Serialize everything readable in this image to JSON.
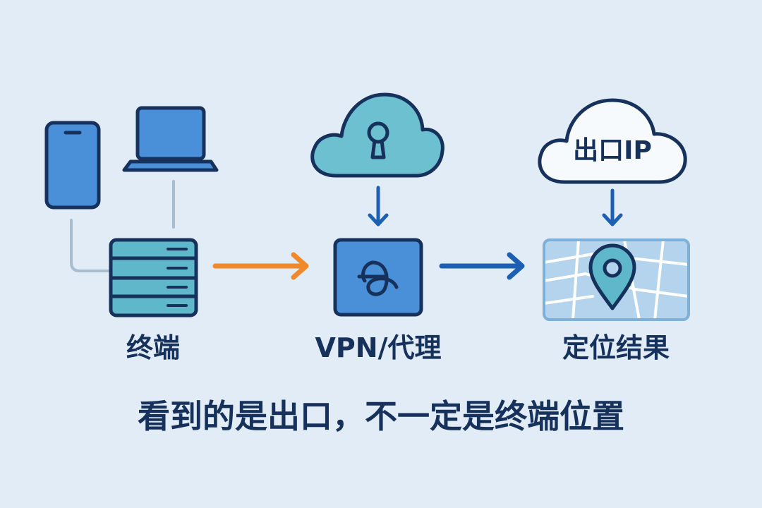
{
  "nodes": {
    "terminal": {
      "label": "终端"
    },
    "vpn_proxy": {
      "label": "VPN/代理"
    },
    "location_result": {
      "label": "定位结果"
    }
  },
  "exit_cloud": {
    "text": "出口IP"
  },
  "caption": "看到的是出口，不一定是终端位置",
  "colors": {
    "background": "#e1ecf6",
    "outline": "#16325c",
    "device_blue": "#4a90d9",
    "teal": "#5fb8c9",
    "cloud_teal": "#6cc0cf",
    "orange_arrow": "#f0892a",
    "blue_arrow": "#1d5fb3",
    "map_fill": "#b3d4ec",
    "connector_gray": "#a9bdd0"
  },
  "icons": {
    "phone": "smartphone-icon",
    "laptop": "laptop-icon",
    "server": "server-stack-icon",
    "lock_cloud": "cloud-keyhole-icon",
    "vpn": "vpn-tunnel-icon",
    "exit_cloud": "cloud-icon",
    "map": "map-pin-icon"
  }
}
